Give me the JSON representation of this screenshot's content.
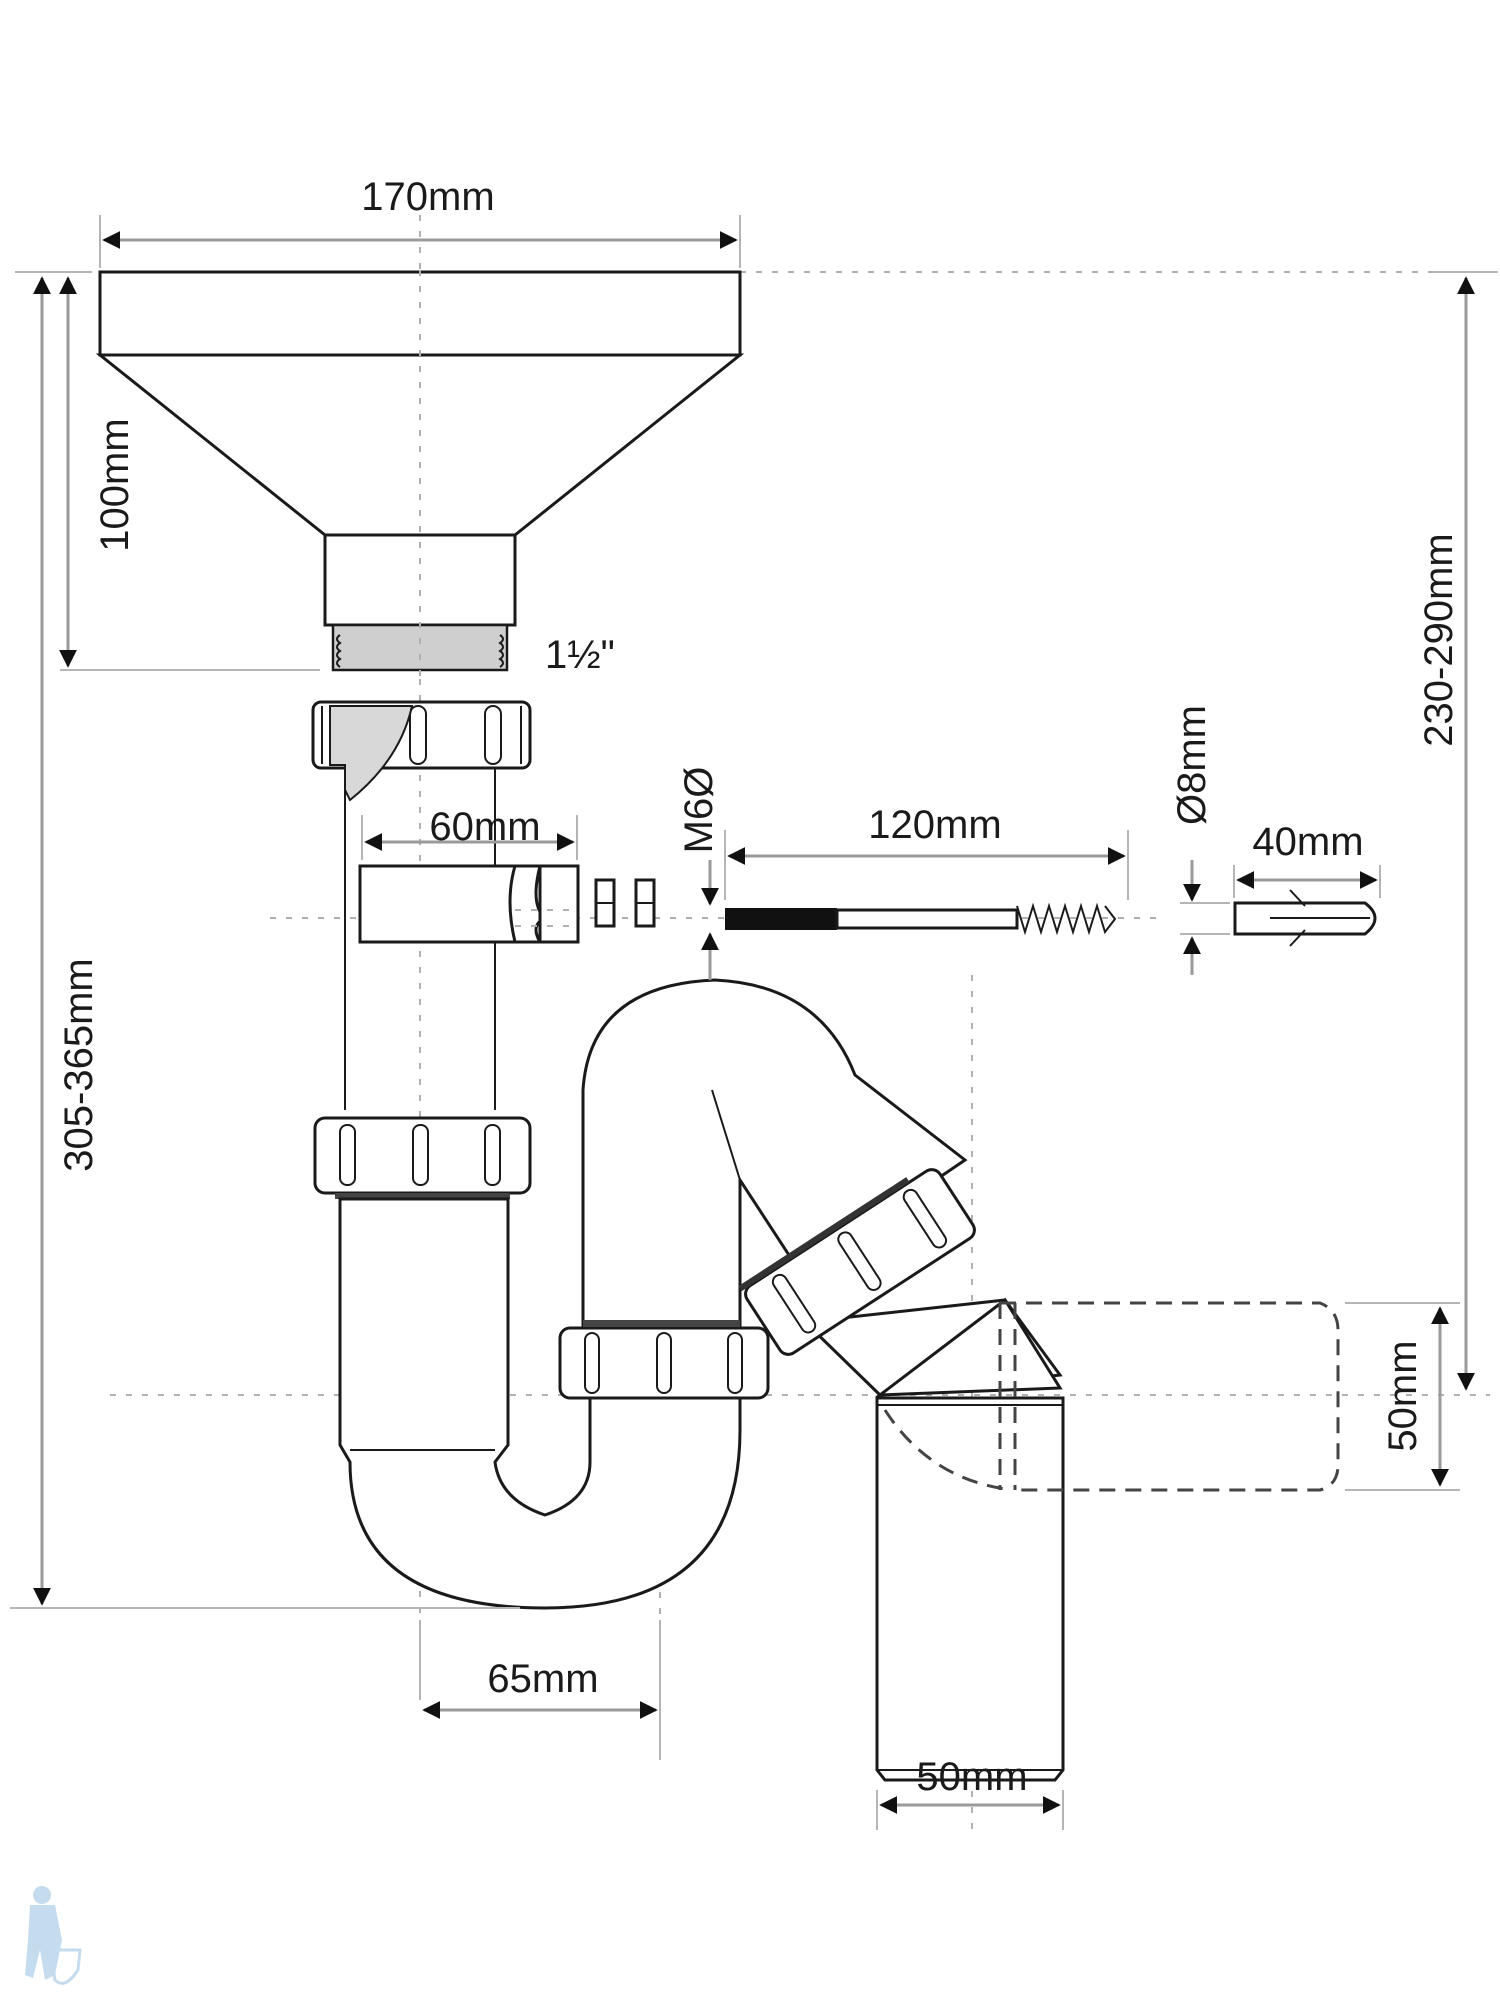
{
  "diagram": {
    "title": "Sink trap with funnel – dimensional drawing",
    "dimensions": {
      "funnel_width": "170mm",
      "funnel_height": "100mm",
      "thread_size": "1½\"",
      "clip_width": "60mm",
      "bolt_thread": "M6Ø",
      "bolt_length": "120mm",
      "plug_diameter": "Ø8mm",
      "plug_length": "40mm",
      "total_height": "305-365mm",
      "outlet_height": "230-290mm",
      "trap_offset": "65mm",
      "outlet_diameter_horizontal": "50mm",
      "outlet_diameter_vertical": "50mm"
    },
    "parts": [
      "funnel",
      "funnel-thread",
      "top-nut",
      "wall-clip",
      "washers",
      "hanger-bolt",
      "wall-plug",
      "vertical-inlet-pipe",
      "p-trap-bend",
      "angled-outlet-nut",
      "outlet-pipe-vertical",
      "outlet-pipe-horizontal-alternative"
    ],
    "watermark_icon": "plumber-with-toilet-icon"
  }
}
